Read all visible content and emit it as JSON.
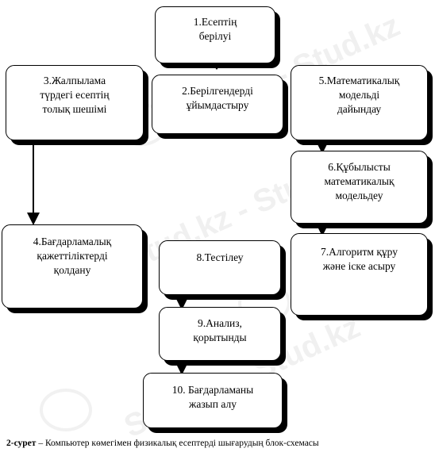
{
  "watermark": {
    "text": "Stud.kz - Stud.kz"
  },
  "diagram": {
    "boxes": {
      "b1": "1.Есептің\nберілуі",
      "b2": "2.Берілгендерді\nұйымдастыру",
      "b3": "3.Жалпылама\nтүрдегі есептің\nтолық шешімі",
      "b4": "4.Бағдарламалық\nқажеттіліктерді\nқолдану",
      "b5": "5.Математикалық\nмодельді\nдайындау",
      "b6": "6.Құбылысты\nматематикалық\nмодельдеу",
      "b7": "7.Алгоритм құру\nжәне іске асыру",
      "b8": "8.Тестілеу",
      "b9": "9.Анализ,\nқорытынды",
      "b10": "10. Бағдарламаны\nжазып алу"
    }
  },
  "caption": {
    "label": "2-сурет",
    "dash": " – ",
    "text": "Компьютер көмегімен физикалық есептерді шығарудың блок-схемасы"
  },
  "colors": {
    "box_border": "#000000",
    "shadow": "#000000",
    "watermark": "#c8c8c8"
  }
}
